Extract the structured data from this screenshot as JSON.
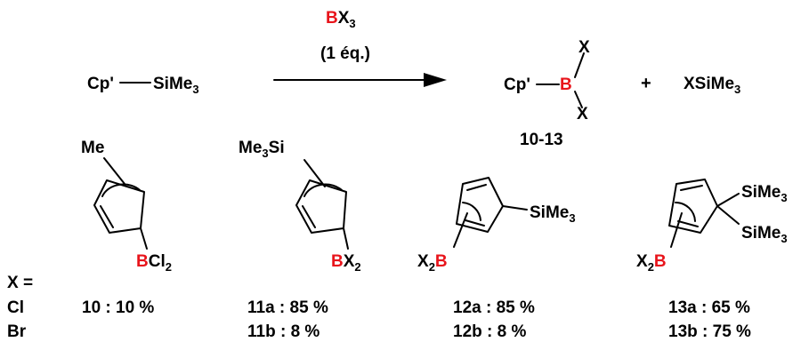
{
  "colors": {
    "boron": "#e8141b",
    "ink": "#000000"
  },
  "reaction": {
    "reactant": {
      "cp": "Cp'",
      "group": "SiMe",
      "group_sub": "3"
    },
    "reagent": {
      "boron": "B",
      "halogen": "X",
      "halogen_sub": "3",
      "equiv": "(1 éq.)"
    },
    "product_boron": {
      "cp": "Cp'",
      "boron": "B",
      "x_top": "X",
      "x_bottom": "X",
      "label": "10-13"
    },
    "plus": "+",
    "byproduct": {
      "main": "XSiMe",
      "sub": "3"
    }
  },
  "compounds": [
    {
      "id": "10",
      "substituent": "Me",
      "boryl": {
        "b": "B",
        "rest": "Cl",
        "sub": "2"
      }
    },
    {
      "id": "11",
      "substituent": {
        "main": "Me",
        "sub": "3",
        "rest": "Si"
      },
      "boryl": {
        "b": "B",
        "rest": "X",
        "sub": "2"
      }
    },
    {
      "id": "12",
      "substituent": {
        "main": "SiMe",
        "sub": "3"
      },
      "boryl": {
        "pre": "X",
        "pre_sub": "2",
        "b": "B"
      }
    },
    {
      "id": "13",
      "substituents": [
        {
          "main": "SiMe",
          "sub": "3"
        },
        {
          "main": "SiMe",
          "sub": "3"
        }
      ],
      "boryl": {
        "pre": "X",
        "pre_sub": "2",
        "b": "B"
      }
    }
  ],
  "table": {
    "x_label": "X =",
    "rows": [
      {
        "label": "Cl",
        "values": [
          "10 : 10 %",
          "11a : 85 %",
          "12a : 85 %",
          "13a : 65 %"
        ]
      },
      {
        "label": "Br",
        "values": [
          "",
          "11b : 8 %",
          "12b : 8 %",
          "13b : 75 %"
        ]
      }
    ]
  }
}
